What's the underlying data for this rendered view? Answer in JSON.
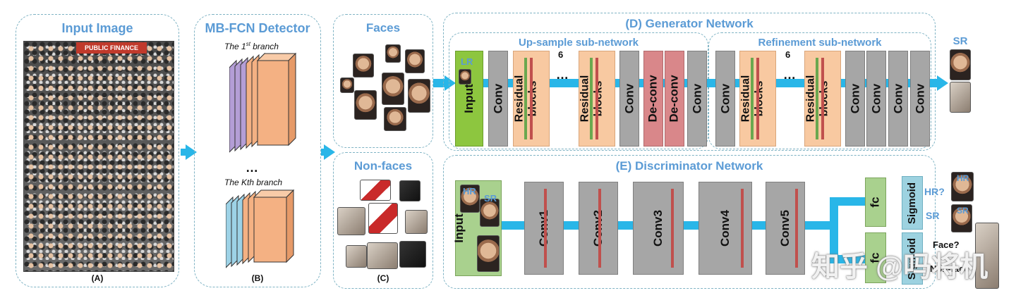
{
  "panelA": {
    "title": "Input Image",
    "label": "(A)",
    "banner": "PUBLIC FINANCE"
  },
  "panelB": {
    "title": "MB-FCN Detector",
    "branch1_text": "The 1",
    "branch1_sup": "st",
    "branch1_tail": " branch",
    "dots": "…",
    "branchK": "The Kth branch",
    "label": "(B)"
  },
  "panelC": {
    "faces_title": "Faces",
    "nonfaces_title": "Non-faces",
    "label": "(C)"
  },
  "generator": {
    "title": "(D)  Generator Network",
    "upsample_title": "Up-sample sub-network",
    "refine_title": "Refinement sub-network",
    "repeat1": "6",
    "repeat2": "6",
    "dots": "…",
    "input_label": "Input",
    "lr_label": "LR",
    "conv": "Conv",
    "residual": "Residual",
    "blocks": "blocks",
    "deconv": "De-conv",
    "sr_label": "SR"
  },
  "discriminator": {
    "title": "(E)  Discriminator Network",
    "input_label": "Input",
    "hr_tag": "HR",
    "sr_tag": "SR",
    "conv1": "Conv1",
    "conv2": "Conv2",
    "conv3": "Conv3",
    "conv4": "Conv4",
    "conv5": "Conv5",
    "fc": "fc",
    "fc2": "fc",
    "sigmoid": "Sigmoid",
    "sigmoid2": "Sigmoid",
    "hr_q": "HR?",
    "sr_out": "SR",
    "hr_thumb_tag": "HR",
    "sr_thumb_tag": "SR",
    "face_q": "Face?",
    "nonface": "Non-face"
  },
  "watermark": "知乎 @吗将机",
  "colors": {
    "accent": "#5b9bd5",
    "arrow": "#29b6e8",
    "conv": "#a6a6a6",
    "deconv": "#d9878a",
    "residual": "#f8c9a1",
    "input": "#8dc63f",
    "sigmoid": "#9dd2e0"
  }
}
